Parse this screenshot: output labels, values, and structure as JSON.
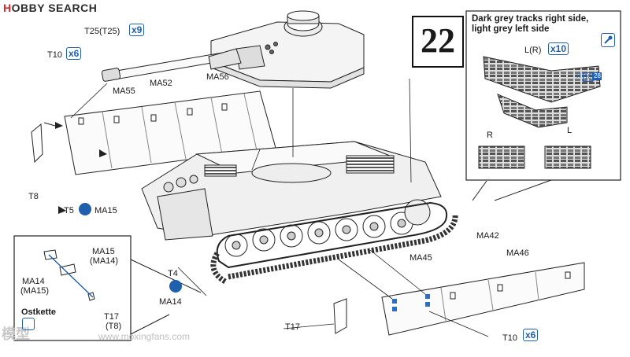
{
  "watermark": {
    "brand_red": "H",
    "brand_rest": "OBBY SEARCH",
    "site_chars": "模型",
    "site_url": "www.moxingfans.com"
  },
  "step_number": "22",
  "track_note": {
    "line1": "Dark grey tracks right side,",
    "line2": "light grey left side"
  },
  "inset_labels": {
    "l_r": "L(R)",
    "h": "H",
    "h_a": "18",
    "h_b": "28",
    "r": "R",
    "l": "L"
  },
  "labels": {
    "t25": "T25(T25)",
    "t10_top": "T10",
    "ma55": "MA55",
    "ma52": "MA52",
    "ma56": "MA56",
    "t8": "T8",
    "t5": "T5",
    "ma15_main": "MA15",
    "ma15_inset": "MA15",
    "ma14_sub": "(MA14)",
    "ma14_inset": "MA14",
    "ma15_sub": "(MA15)",
    "ostkette": "Ostkette",
    "t17_inset": "T17",
    "t8_sub": "(T8)",
    "t4": "T4",
    "ma14_main": "MA14",
    "t17_main": "T17",
    "ma42": "MA42",
    "ma46": "MA46",
    "ma45": "MA45",
    "t10_bottom": "T10"
  },
  "quantities": {
    "x9": "x9",
    "x6_top": "x6",
    "x10_inset": "x10",
    "x6_bottom": "x6"
  },
  "colors": {
    "accent_blue": "#1f5fae",
    "brand_red": "#e0282c"
  }
}
